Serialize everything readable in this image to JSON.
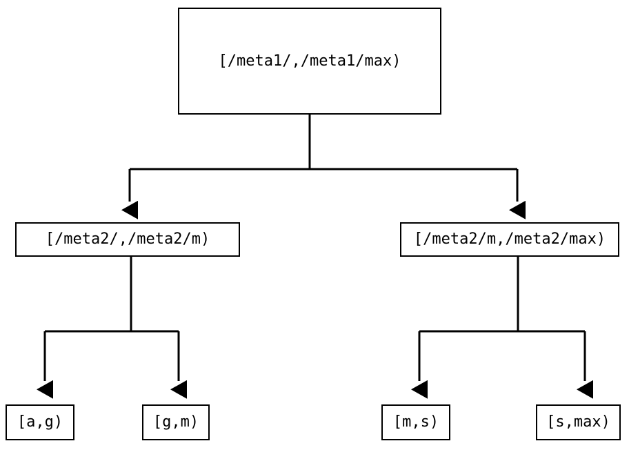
{
  "diagram": {
    "title": "range-partition-tree",
    "type": "tree",
    "background_color": "#ffffff",
    "line_color": "#000000",
    "text_color": "#000000",
    "arrow_style": "filled-down-triangle",
    "nodes": {
      "root": {
        "label": "[/meta1/,/meta1/max)"
      },
      "mid_left": {
        "label": "[/meta2/,/meta2/m)"
      },
      "mid_right": {
        "label": "[/meta2/m,/meta2/max)"
      },
      "leaf_1": {
        "label": "[a,g)"
      },
      "leaf_2": {
        "label": "[g,m)"
      },
      "leaf_3": {
        "label": "[m,s)"
      },
      "leaf_4": {
        "label": "[s,max)"
      }
    },
    "edges": [
      {
        "from": "root",
        "to": "mid_left"
      },
      {
        "from": "root",
        "to": "mid_right"
      },
      {
        "from": "mid_left",
        "to": "leaf_1"
      },
      {
        "from": "mid_left",
        "to": "leaf_2"
      },
      {
        "from": "mid_right",
        "to": "leaf_3"
      },
      {
        "from": "mid_right",
        "to": "leaf_4"
      }
    ]
  }
}
